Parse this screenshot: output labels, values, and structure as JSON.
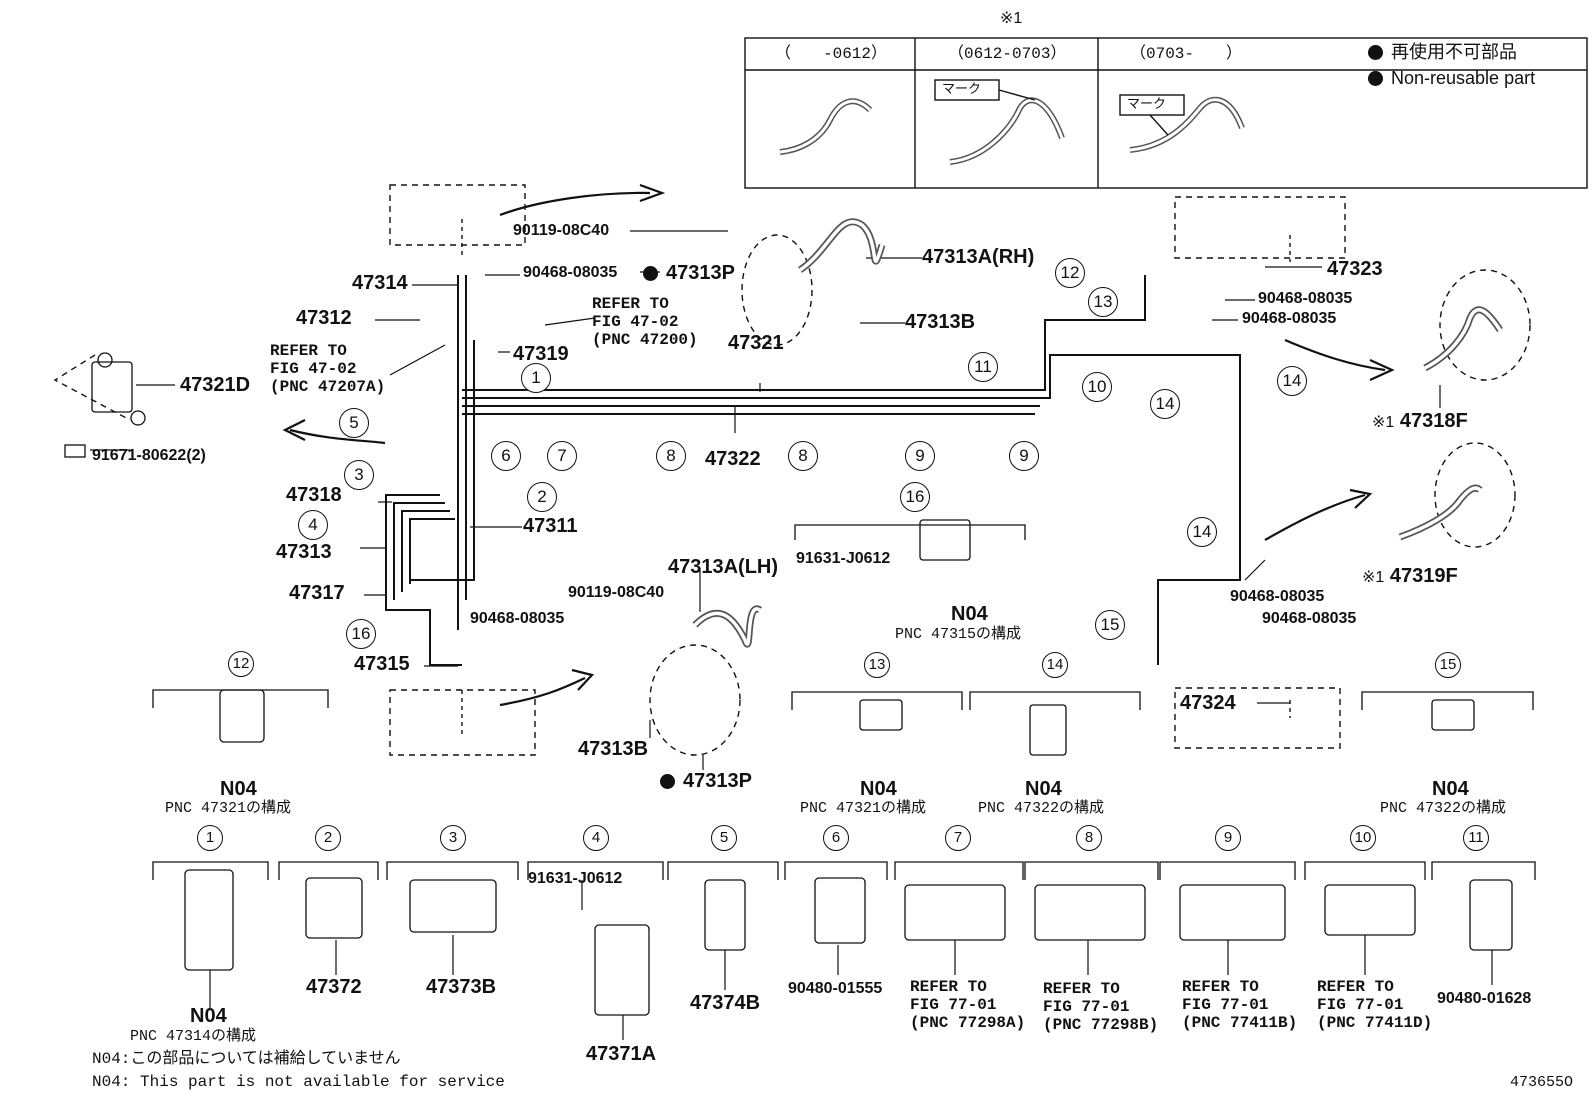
{
  "top_table": {
    "note_mark": "※1",
    "col1": "（　　-0612）",
    "col2": "（0612-0703）",
    "col3": "（0703-　　）",
    "mark_label": "マーク"
  },
  "legend": {
    "jp": "再使用不可部品",
    "en": "Non-reusable part"
  },
  "parts": {
    "p47314": "47314",
    "p47312": "47312",
    "p47319": "47319",
    "p47321": "47321",
    "p47322": "47322",
    "p47321D": "47321D",
    "p91671": "91671-80622(2)",
    "p47318": "47318",
    "p47311": "47311",
    "p47313": "47313",
    "p47317": "47317",
    "p47315": "47315",
    "p90119_a": "90119-08C40",
    "p90468_a": "90468-08035",
    "p47313P_a": "47313P",
    "p47313A_RH": "47313A(RH)",
    "p47313B_a": "47313B",
    "p47313A_LH": "47313A(LH)",
    "p90119_b": "90119-08C40",
    "p90468_b": "90468-08035",
    "p47313B_b": "47313B",
    "p47313P_b": "47313P",
    "p47323": "47323",
    "p90468_c": "90468-08035",
    "p90468_d": "90468-08035",
    "p47318F": "47318F",
    "p47319F": "47319F",
    "p90468_e": "90468-08035",
    "p90468_f": "90468-08035",
    "p47324": "47324",
    "p91631_a": "91631-J0612",
    "p47372": "47372",
    "p47373B": "47373B",
    "p91631_b": "91631-J0612",
    "p47371A": "47371A",
    "p47374B": "47374B",
    "p90480_1555": "90480-01555",
    "p90480_1628": "90480-01628",
    "note_mark_1": "※1",
    "note_mark_2": "※1"
  },
  "refer": {
    "r1": [
      "REFER TO",
      "FIG 47-02",
      "(PNC 47200)"
    ],
    "r2": [
      "REFER TO",
      "FIG 47-02",
      "(PNC 47207A)"
    ],
    "r3": [
      "REFER TO",
      "FIG 77-01",
      "(PNC 77298A)"
    ],
    "r4": [
      "REFER TO",
      "FIG 77-01",
      "(PNC 77298B)"
    ],
    "r5": [
      "REFER TO",
      "FIG 77-01",
      "(PNC 77411B)"
    ],
    "r6": [
      "REFER TO",
      "FIG 77-01",
      "(PNC 77411D)"
    ]
  },
  "n04": {
    "code": "N04",
    "pnc47315": "PNC 47315の構成",
    "pnc47321": "PNC 47321の構成",
    "pnc47322": "PNC 47322の構成",
    "pnc47314": "PNC 47314の構成"
  },
  "callouts": [
    "1",
    "2",
    "3",
    "4",
    "5",
    "6",
    "7",
    "8",
    "9",
    "10",
    "11",
    "12",
    "13",
    "14",
    "15",
    "16"
  ],
  "footnote": {
    "jp": "N04:この部品については補給していません",
    "en": "N04: This part is not available for service"
  },
  "figure_id": "473655O"
}
